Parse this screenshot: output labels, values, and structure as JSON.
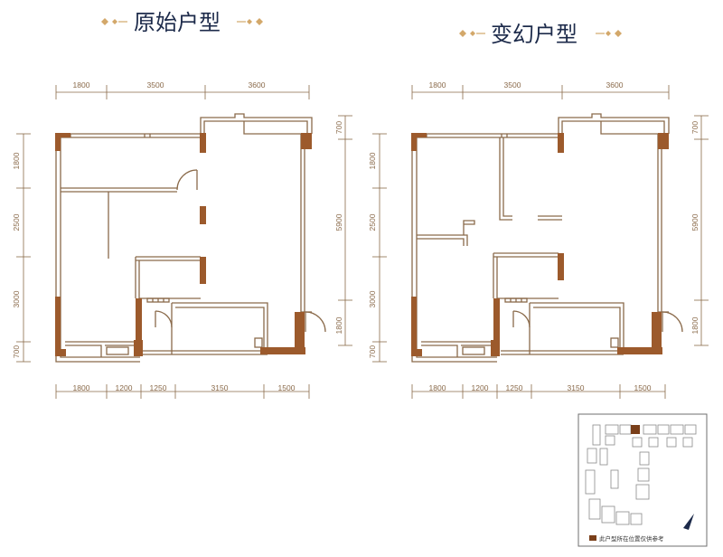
{
  "colors": {
    "wall": "#9c5a2c",
    "line": "#8a6a4a",
    "title": "#1c2a4a",
    "ornament": "#d3a86a",
    "highlight": "#7a3f1a"
  },
  "plans": [
    {
      "title": "原始户型",
      "top_dims": [
        "1800",
        "3500",
        "3600"
      ],
      "bottom_dims": [
        "1800",
        "1200",
        "1250",
        "3150",
        "1500"
      ],
      "left_dims": [
        "1800",
        "2500",
        "3000",
        "700"
      ],
      "right_dims": [
        "700",
        "5900",
        "1800"
      ]
    },
    {
      "title": "变幻户型",
      "top_dims": [
        "1800",
        "3500",
        "3600"
      ],
      "bottom_dims": [
        "1800",
        "1200",
        "1250",
        "3150",
        "1500"
      ],
      "left_dims": [
        "1800",
        "2500",
        "3000",
        "700"
      ],
      "right_dims": [
        "700",
        "5900",
        "1800"
      ]
    }
  ],
  "site_map": {
    "legend": "此户型所在位置仅供参考",
    "north_icon": "compass-arrow-icon"
  }
}
